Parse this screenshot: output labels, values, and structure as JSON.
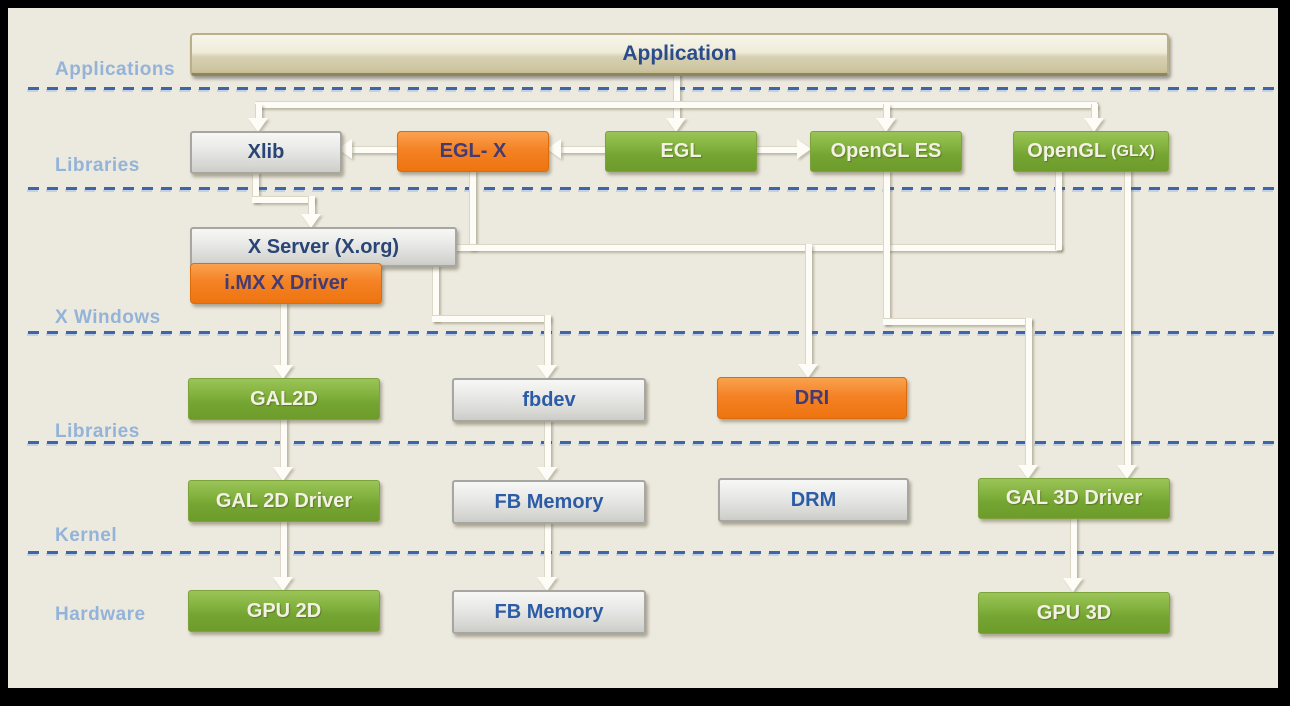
{
  "diagram": {
    "description": "i.MX Linux graphics software stack diagram",
    "layers": [
      {
        "label": "Applications"
      },
      {
        "label": "Libraries"
      },
      {
        "label": "X Windows"
      },
      {
        "label": "Libraries"
      },
      {
        "label": "Kernel"
      },
      {
        "label": "Hardware"
      }
    ],
    "nodes": {
      "application": {
        "label": "Application",
        "type": "tan"
      },
      "xlib": {
        "label": "Xlib",
        "type": "gray"
      },
      "egl_x": {
        "label": "EGL- X",
        "type": "orange"
      },
      "egl": {
        "label": "EGL",
        "type": "green"
      },
      "opengl_es": {
        "label": "OpenGL ES",
        "type": "green"
      },
      "opengl_glx": {
        "label": "OpenGL",
        "suffix": "(GLX)",
        "type": "green"
      },
      "x_server": {
        "label": "X Server (X.org)",
        "type": "gray"
      },
      "imx_x_driver": {
        "label": "i.MX X Driver",
        "type": "orange"
      },
      "gal2d": {
        "label": "GAL2D",
        "type": "green"
      },
      "fbdev": {
        "label": "fbdev",
        "type": "gray"
      },
      "dri": {
        "label": "DRI",
        "type": "orange"
      },
      "gal_2d_driver": {
        "label": "GAL 2D Driver",
        "type": "green"
      },
      "fb_memory_kernel": {
        "label": "FB Memory",
        "type": "gray"
      },
      "drm": {
        "label": "DRM",
        "type": "gray"
      },
      "gal_3d_driver": {
        "label": "GAL 3D Driver",
        "type": "green"
      },
      "gpu_2d": {
        "label": "GPU 2D",
        "type": "green"
      },
      "fb_memory_hw": {
        "label": "FB Memory",
        "type": "gray"
      },
      "gpu_3d": {
        "label": "GPU 3D",
        "type": "green"
      }
    },
    "edges": [
      {
        "from": "application",
        "to": "xlib"
      },
      {
        "from": "application",
        "to": "egl"
      },
      {
        "from": "application",
        "to": "opengl_es"
      },
      {
        "from": "application",
        "to": "opengl_glx"
      },
      {
        "from": "egl",
        "to": "egl_x"
      },
      {
        "from": "egl_x",
        "to": "xlib"
      },
      {
        "from": "egl",
        "to": "opengl_es"
      },
      {
        "from": "xlib",
        "to": "x_server"
      },
      {
        "from": "egl_x",
        "to": "x_server"
      },
      {
        "from": "opengl_glx",
        "to": "x_server"
      },
      {
        "from": "x_server",
        "to": "dri"
      },
      {
        "from": "x_server",
        "to": "fbdev"
      },
      {
        "from": "imx_x_driver",
        "to": "gal2d"
      },
      {
        "from": "opengl_es",
        "to": "gal_3d_driver"
      },
      {
        "from": "opengl_glx",
        "to": "gal_3d_driver"
      },
      {
        "from": "gal2d",
        "to": "gal_2d_driver"
      },
      {
        "from": "fbdev",
        "to": "fb_memory_kernel"
      },
      {
        "from": "gal_2d_driver",
        "to": "gpu_2d"
      },
      {
        "from": "fb_memory_kernel",
        "to": "fb_memory_hw"
      },
      {
        "from": "gal_3d_driver",
        "to": "gpu_3d"
      }
    ],
    "colors": {
      "background": "#ece9de",
      "frame": "#000000",
      "green_box": "#7bab36",
      "orange_box": "#f48224",
      "gray_box": "#d9d9d6",
      "tan_box": "#cdc5a0",
      "dashed_divider": "#3e66a6",
      "layer_label_text": "#94b3d8",
      "connector": "#fdfcf6",
      "navy_text": "#2a4575",
      "blue_text": "#2d5ca6",
      "indigo_text": "#433b72"
    }
  }
}
